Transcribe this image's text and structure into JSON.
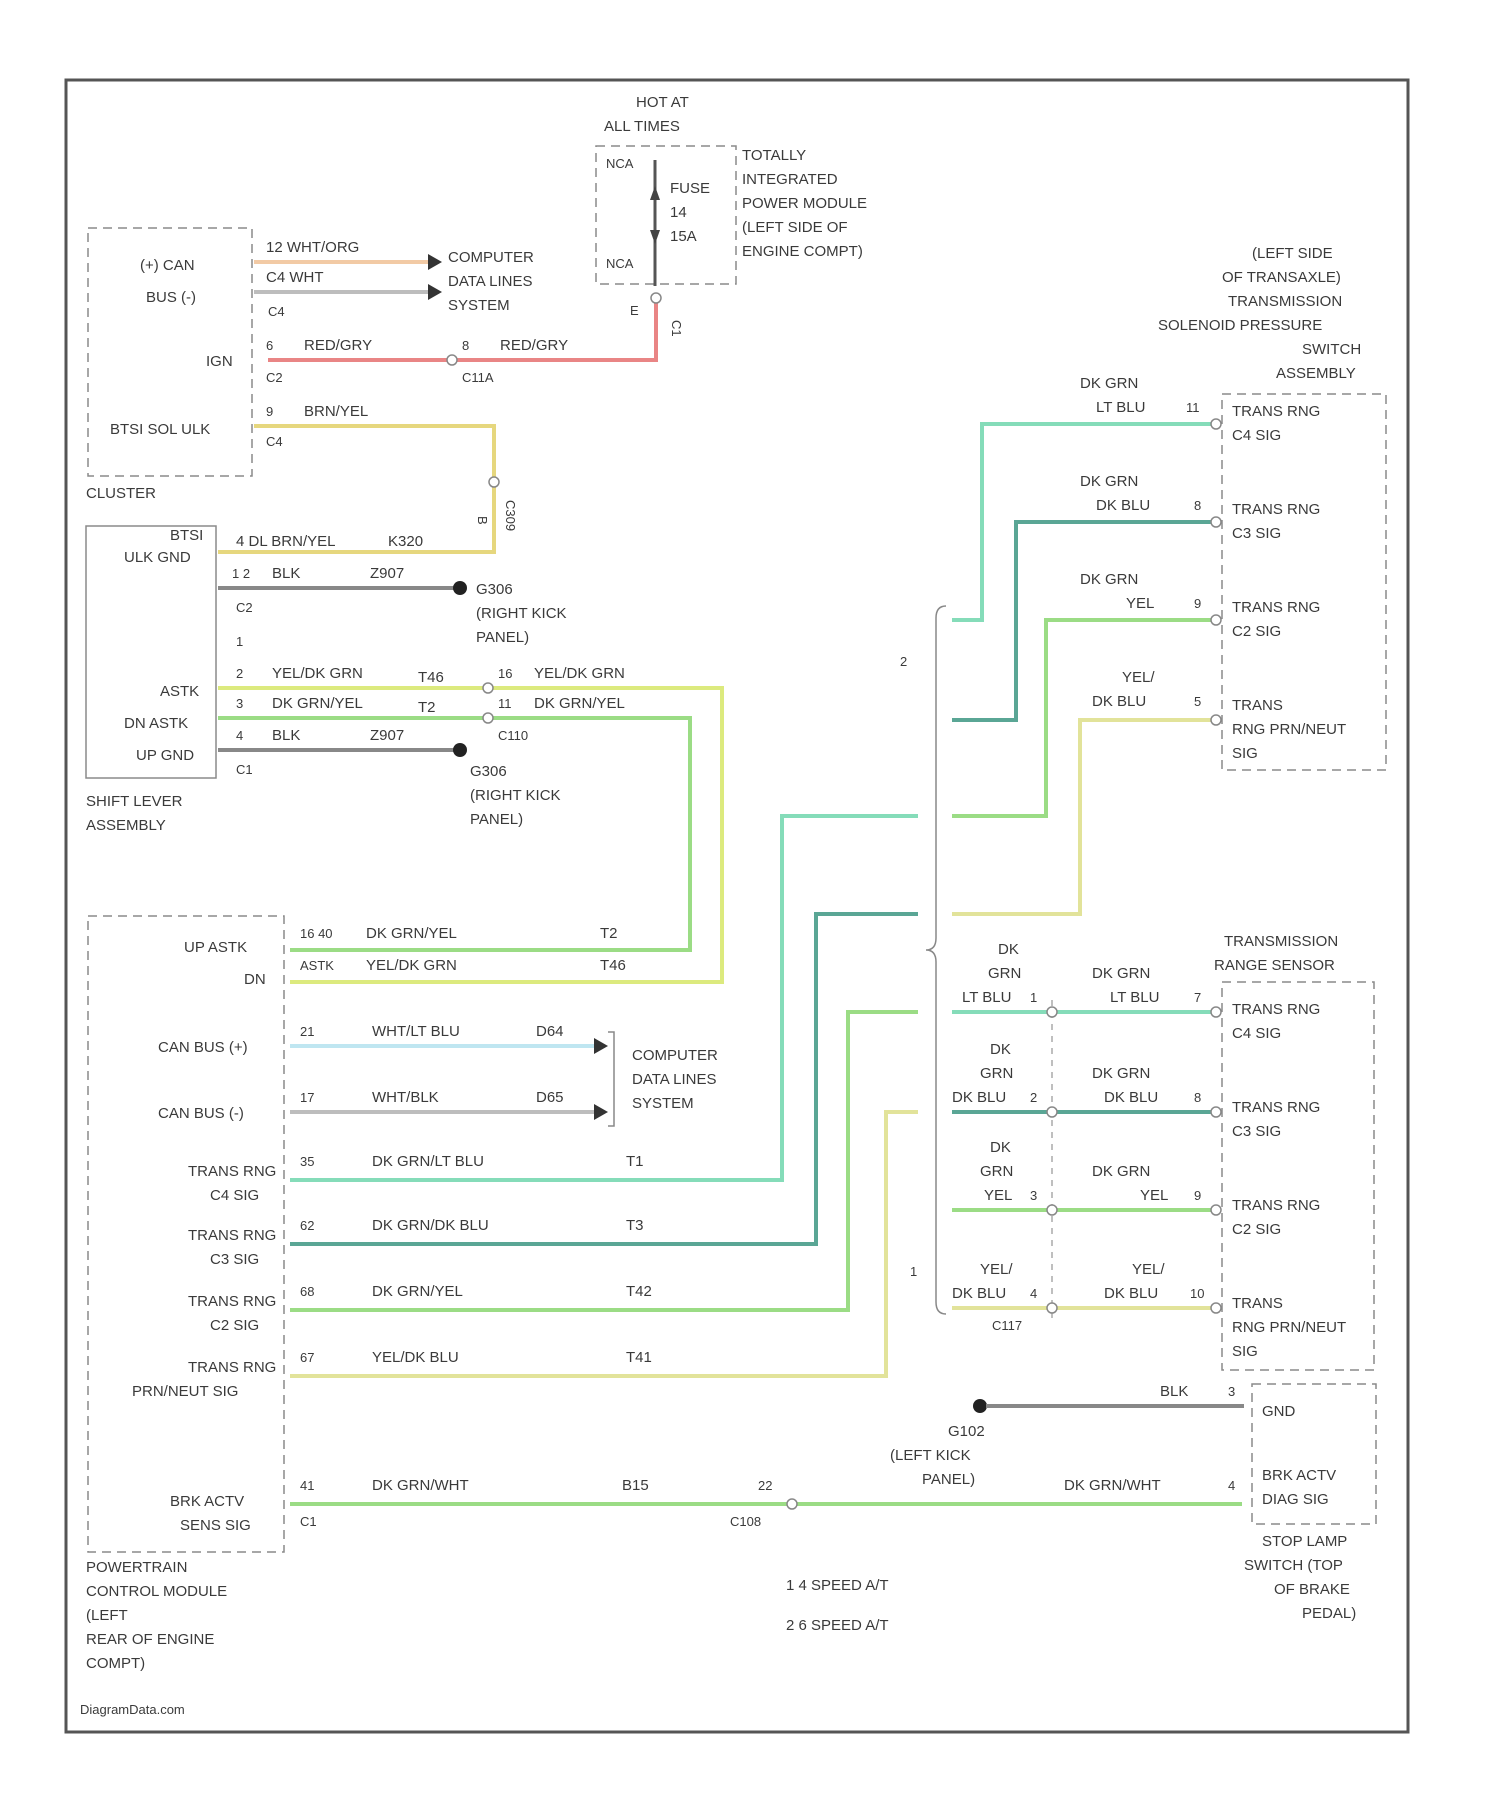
{
  "colors": {
    "red": "#e98585",
    "yellow": "#e6d77e",
    "black": "#888888",
    "lt_yellow_green": "#dcea7e",
    "light_green": "#9bdc85",
    "lt_blue_green": "#85dcb9",
    "dark_teal": "#5aa695",
    "white_lt_blue": "#bfe6f1",
    "white_black": "#bdbdbd",
    "yel_blu": "#e2e39a",
    "peach": "#f2caa5"
  },
  "power": {
    "hot_label_1": "HOT AT",
    "hot_label_2": "ALL TIMES",
    "fuse_l1": "FUSE",
    "fuse_l2": "14",
    "fuse_l3": "15A",
    "tipm_lines": [
      "TOTALLY",
      "INTEGRATED",
      "POWER MODULE",
      "(LEFT SIDE OF",
      "ENGINE COMPT)"
    ],
    "left_tag_top": "NCA",
    "left_tag_bot": "NCA",
    "pin_e": "E",
    "pin_c1": "C1"
  },
  "cluster": {
    "name": "CLUSTER",
    "can_plus": "(+) CAN",
    "bus_minus": "BUS (-)",
    "ign": "IGN",
    "btsi": "BTSI SOL ULK",
    "p_c2_wht": "12 WHT/ORG",
    "p_c2_wht_b": "C4 WHT",
    "p_c4": "C4",
    "w_ign_pin": "6",
    "w_ign_color": "RED/GRY",
    "w_ign_conn": "C2",
    "c11_pin": "8",
    "c11_color": "RED/GRY",
    "c11_label": "C11A",
    "btsi_pin": "9",
    "btsi_color": "BRN/YEL",
    "btsi_conn": "C4",
    "comp_lines": [
      "COMPUTER",
      "DATA LINES",
      "SYSTEM"
    ]
  },
  "shift_lever": {
    "name_l1": "SHIFT LEVER",
    "name_l2": "ASSEMBLY",
    "btsi_l1": "BTSI",
    "btsi_l2": "ULK GND",
    "autostick": "ASTK",
    "dn_astk": "DN ASTK",
    "up_gnd": "UP GND",
    "btsi_color": "4 DL BRN/YEL",
    "btsi_circ": "K320",
    "btsi_splice": "C309",
    "splice_pin": "B",
    "gnd_pin": "1 2",
    "gnd_color": "BLK",
    "gnd_circ": "Z907",
    "gnd_conn": "C2",
    "pin_1": "1",
    "pin_2": "2",
    "pin_3": "3",
    "pin_4": "4",
    "astk_color": "YEL/DK GRN",
    "astk_circ": "T46",
    "dn_color": "DK GRN/YEL",
    "dn_circ": "T2",
    "up_color": "BLK",
    "up_circ": "Z907",
    "c1": "C1",
    "c110_p16": "16",
    "c110_p11": "11",
    "c110_label": "C110",
    "c110_astk": "YEL/DK GRN",
    "c110_dn": "DK GRN/YEL",
    "g_upper_l1": "G306",
    "g_upper_l2": "(RIGHT KICK",
    "g_upper_l3": "PANEL)",
    "g_lower_l1": "G306",
    "g_lower_l2": "(RIGHT KICK",
    "g_lower_l3": "PANEL)"
  },
  "pcm": {
    "name_lines": [
      "POWERTRAIN",
      "CONTROL MODULE",
      "(LEFT",
      "REAR OF ENGINE",
      "COMPT)"
    ],
    "up_astk": "UP ASTK",
    "dn": "DN",
    "can_plus": "CAN BUS (+)",
    "can_minus": "CAN BUS (-)",
    "c4_l1": "TRANS RNG",
    "c4_l2": "C4 SIG",
    "c3_l1": "TRANS RNG",
    "c3_l2": "C3 SIG",
    "c2_l1": "TRANS RNG",
    "c2_l2": "C2 SIG",
    "prn_l1": "TRANS RNG",
    "prn_l2": "PRN/NEUT SIG",
    "brk_l1": "BRK ACTV",
    "brk_l2": "SENS SIG",
    "w1_pin": "16 40",
    "w1_color": "DK GRN/YEL",
    "w1_circ": "T2",
    "w2_pin": "ASTK",
    "w2_color": "YEL/DK GRN",
    "w2_circ": "T46",
    "w3_pin": "21",
    "w3_color": "WHT/LT BLU",
    "w3_circ": "D64",
    "w4_pin": "17",
    "w4_color": "WHT/BLK",
    "w4_circ": "D65",
    "w5_pin": "35",
    "w5_color": "DK GRN/LT BLU",
    "w5_circ": "T1",
    "w6_pin": "62",
    "w6_color": "DK GRN/DK BLU",
    "w6_circ": "T3",
    "w7_pin": "68",
    "w7_color": "DK GRN/YEL",
    "w7_circ": "T42",
    "w8_pin": "67",
    "w8_color": "YEL/DK BLU",
    "w8_circ": "T41",
    "w9_pin": "41",
    "w9_color": "DK GRN/WHT",
    "w9_circ": "B15",
    "c1": "C1",
    "c108_pin": "22",
    "c108_label": "C108",
    "comp_lines": [
      "COMPUTER",
      "DATA LINES",
      "SYSTEM"
    ]
  },
  "solenoid": {
    "title_lines": [
      "(LEFT SIDE",
      "OF TRANSAXLE)",
      "TRANSMISSION",
      "SOLENOID PRESSURE",
      "SWITCH",
      "ASSEMBLY"
    ],
    "r1_c1": "DK GRN",
    "r1_c2": "LT BLU",
    "r1_pin": "11",
    "r1_t1": "TRANS RNG",
    "r1_t2": "C4 SIG",
    "r2_c1": "DK GRN",
    "r2_c2": "DK BLU",
    "r2_pin": "8",
    "r2_t1": "TRANS RNG",
    "r2_t2": "C3 SIG",
    "r3_c1": "DK GRN",
    "r3_c2": "YEL",
    "r3_pin": "9",
    "r3_t1": "TRANS RNG",
    "r3_t2": "C2 SIG",
    "r4_c1": "YEL/",
    "r4_c2": "DK BLU",
    "r4_pin": "5",
    "r4_t1": "TRANS",
    "r4_t2": "RNG PRN/NEUT",
    "r4_t3": "SIG",
    "brace_label": "2"
  },
  "range_sensor": {
    "title_lines": [
      "TRANSMISSION",
      "RANGE SENSOR"
    ],
    "a1_c1": "DK",
    "a1_c2": "GRN",
    "a1_c3": "LT BLU",
    "a1_pin": "1",
    "b1_c1": "DK GRN",
    "b1_c2": "LT BLU",
    "b1_pin": "7",
    "t1_1": "TRANS RNG",
    "t1_2": "C4 SIG",
    "a2_c1": "DK",
    "a2_c2": "GRN",
    "a2_c3": "DK BLU",
    "a2_pin": "2",
    "b2_c1": "DK GRN",
    "b2_c2": "DK BLU",
    "b2_pin": "8",
    "t2_1": "TRANS RNG",
    "t2_2": "C3 SIG",
    "a3_c1": "DK",
    "a3_c2": "GRN",
    "a3_c3": "YEL",
    "a3_pin": "3",
    "b3_c1": "DK GRN",
    "b3_c2": "YEL",
    "b3_pin": "9",
    "t3_1": "TRANS RNG",
    "t3_2": "C2 SIG",
    "a4_c1": "YEL/",
    "a4_c2": "DK BLU",
    "a4_pin": "4",
    "b4_c1": "YEL/",
    "b4_c2": "DK BLU",
    "b4_pin": "10",
    "t4_1": "TRANS",
    "t4_2": "RNG PRN/NEUT",
    "t4_3": "SIG",
    "conn_label": "C117",
    "brace_label": "1"
  },
  "stop_lamp": {
    "gnd_color": "BLK",
    "gnd_pin": "3",
    "gnd_label": "GND",
    "g_l1": "G102",
    "g_l2": "(LEFT KICK",
    "g_l3": "PANEL)",
    "sig_color": "DK GRN/WHT",
    "sig_pin": "4",
    "sig_l1": "BRK ACTV",
    "sig_l2": "DIAG SIG",
    "name_lines": [
      "STOP LAMP",
      "SWITCH (TOP",
      "OF BRAKE",
      "PEDAL)"
    ]
  },
  "legend": {
    "item1": "1   4 SPEED A/T",
    "item2": "2   6 SPEED A/T"
  },
  "watermark": "DiagramData.com"
}
